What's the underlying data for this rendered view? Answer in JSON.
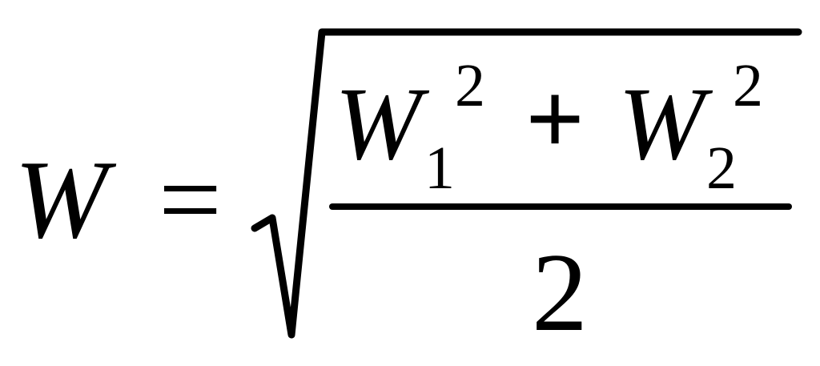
{
  "formula": {
    "lhs": "W",
    "equals": "=",
    "num_term1_base": "W",
    "num_term1_sub": "1",
    "num_term1_sup": "2",
    "plus": "+",
    "num_term2_base": "W",
    "num_term2_sub": "2",
    "num_term2_sup": "2",
    "denominator": "2"
  }
}
